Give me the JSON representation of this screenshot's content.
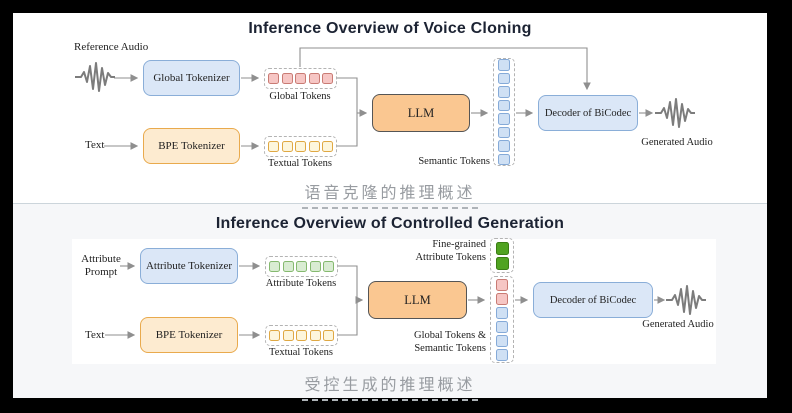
{
  "frame": {
    "background": "#000000",
    "panel_top_bg": "#ffffff",
    "panel_bottom_bg": "#f6f7f9",
    "divider_color": "#ccd5db",
    "wire_color": "#8f8f8f"
  },
  "colors": {
    "tokenizer_blue_fill": "#dbe7f7",
    "tokenizer_blue_border": "#8aaed8",
    "tokenizer_orange_fill": "#fdebd0",
    "tokenizer_orange_border": "#e9aa4d",
    "llm_fill": "#fac791",
    "llm_border": "#555555",
    "pink_token_fill": "#f6c6c4",
    "pink_token_border": "#c97b74",
    "yellow_token_fill": "#fdf6dc",
    "yellow_token_border": "#dfa843",
    "blue_token_fill": "#cfe0f4",
    "blue_token_border": "#85aad8",
    "green_token_fill": "#d9ecd2",
    "green_token_border": "#85b96f",
    "solid_green_token_fill": "#50a321",
    "solid_green_token_border": "#3a7d14",
    "title_color": "#1c2333",
    "caption_color": "#989ca1"
  },
  "sections": [
    {
      "title": "Inference Overview of Voice Cloning",
      "caption": "语音克隆的推理概述",
      "labels": {
        "reference_audio": "Reference Audio",
        "text": "Text",
        "generated_audio": "Generated Audio"
      },
      "boxes": {
        "global_tokenizer": "Global Tokenizer",
        "bpe_tokenizer": "BPE Tokenizer",
        "llm": "LLM",
        "decoder": "Decoder of BiCodec"
      },
      "token_groups": {
        "global": {
          "label": "Global Tokens",
          "count": 5,
          "type": "pink"
        },
        "textual": {
          "label": "Textual Tokens",
          "count": 5,
          "type": "yellow"
        },
        "semantic": {
          "label": "Semantic Tokens",
          "count": 8,
          "type": "blue"
        }
      }
    },
    {
      "title": "Inference Overview of Controlled Generation",
      "caption": "受控生成的推理概述",
      "labels": {
        "attribute_prompt_line1": "Attribute",
        "attribute_prompt_line2": "Prompt",
        "text": "Text",
        "generated_audio": "Generated Audio"
      },
      "boxes": {
        "attribute_tokenizer": "Attribute Tokenizer",
        "bpe_tokenizer": "BPE Tokenizer",
        "llm": "LLM",
        "decoder": "Decoder of BiCodec"
      },
      "token_groups": {
        "attribute": {
          "label": "Attribute Tokens",
          "count": 5,
          "type": "green"
        },
        "textual": {
          "label": "Textual Tokens",
          "count": 5,
          "type": "yellow"
        },
        "fine_grained": {
          "label_line1": "Fine-grained",
          "label_line2": "Attribute Tokens",
          "count": 2,
          "type": "solid-green"
        },
        "output": {
          "label_line1": "Global Tokens &",
          "label_line2": "Semantic Tokens",
          "types": [
            "pink",
            "pink",
            "blue",
            "blue",
            "blue",
            "blue"
          ]
        }
      }
    }
  ]
}
